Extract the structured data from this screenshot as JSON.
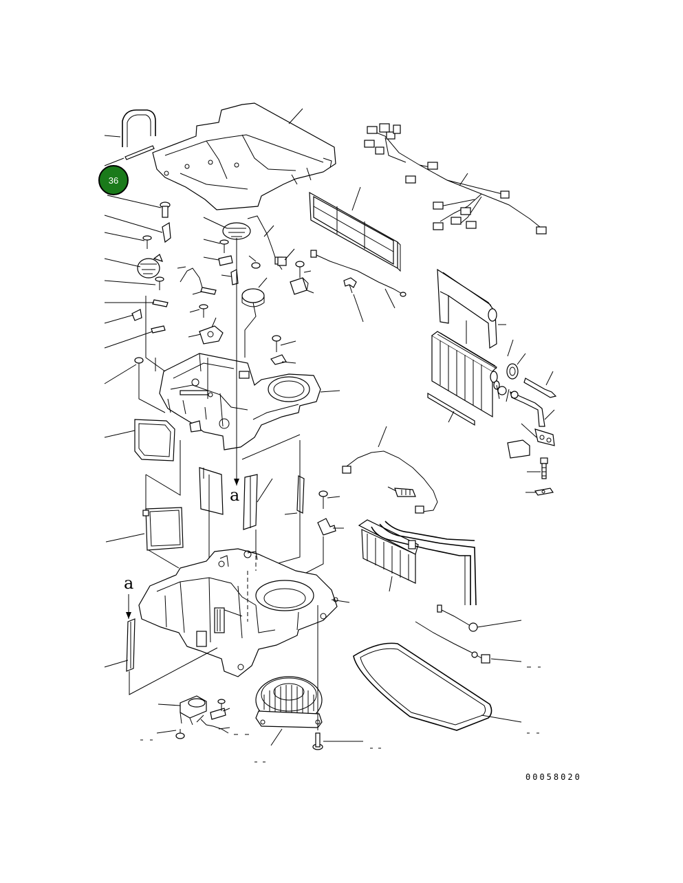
{
  "callout_badge": {
    "label": "36",
    "color": "#1a7a1a",
    "ring_color": "#000000"
  },
  "reference_letters": {
    "top": "a",
    "bottom": "a"
  },
  "drawing_code": "00058020",
  "colors": {
    "line": "#000000",
    "background": "#ffffff"
  }
}
